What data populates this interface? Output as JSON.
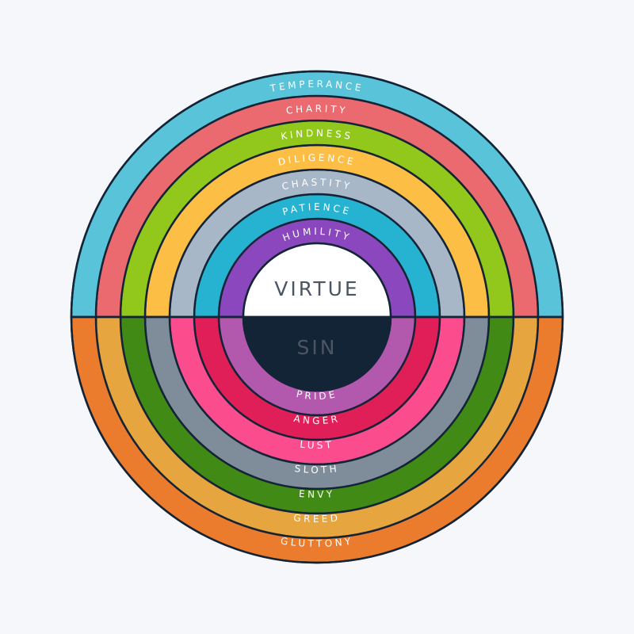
{
  "center": {
    "top_label": "VIRTUE",
    "bottom_label": "SIN",
    "top_fill": "#ffffff",
    "bottom_fill": "#142437",
    "top_text_color": "#4b5563",
    "bottom_text_color": "#4b5563"
  },
  "outline_color": "#142437",
  "virtues": [
    {
      "label": "HUMILITY",
      "color": "#8b47bd"
    },
    {
      "label": "PATIENCE",
      "color": "#25b3d1"
    },
    {
      "label": "CHASTITY",
      "color": "#a8b7c8"
    },
    {
      "label": "DILIGENCE",
      "color": "#fdbe45"
    },
    {
      "label": "KINDNESS",
      "color": "#92c81b"
    },
    {
      "label": "CHARITY",
      "color": "#ea6a70"
    },
    {
      "label": "TEMPERANCE",
      "color": "#58c3d9"
    }
  ],
  "sins": [
    {
      "label": "PRIDE",
      "color": "#b258ad"
    },
    {
      "label": "ANGER",
      "color": "#e01f58"
    },
    {
      "label": "LUST",
      "color": "#fb4d8d"
    },
    {
      "label": "SLOTH",
      "color": "#7f8d9b"
    },
    {
      "label": "ENVY",
      "color": "#418a15"
    },
    {
      "label": "GREED",
      "color": "#e6a53f"
    },
    {
      "label": "GLUTTONY",
      "color": "#eb7b2d"
    }
  ]
}
